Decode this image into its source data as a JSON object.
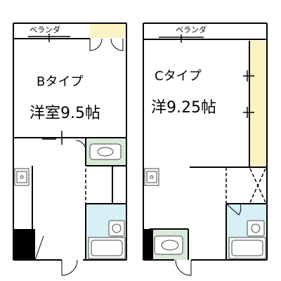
{
  "plans": [
    {
      "balcony_label": "ベランダ",
      "type_label": "Bタイプ",
      "room_label": "洋室9.5帖"
    },
    {
      "balcony_label": "ベランダ",
      "type_label": "Cタイプ",
      "room_label": "洋9.25帖"
    }
  ],
  "colors": {
    "wall": "#000000",
    "storage_yellow": "#fbf3c4",
    "toilet_green": "#d8ead8",
    "bath_blue": "#d6f0f6",
    "fixture_gray": "#9a9a9a",
    "entrance_black": "#000000"
  }
}
